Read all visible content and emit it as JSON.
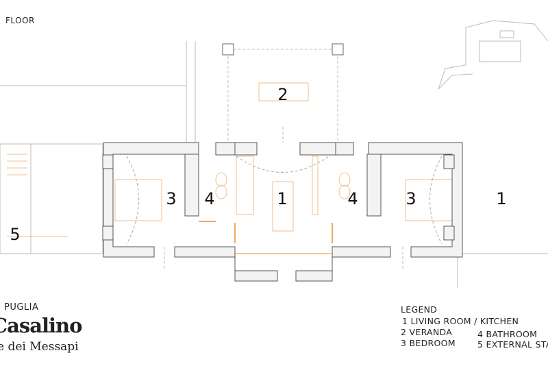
{
  "header": {
    "floor_label": "FLOOR"
  },
  "project": {
    "region": "PUGLIA",
    "title": "Casalino",
    "subtitle": "e dei Messapi"
  },
  "legend": {
    "title": "LEGEND",
    "items": [
      "1 LIVING ROOM / KITCHEN",
      "2 VERANDA",
      "3 BEDROOM",
      "4 BATHROOM",
      "5 EXTERNAL STA"
    ]
  },
  "plan": {
    "room_labels": [
      "2",
      "3",
      "4",
      "1",
      "4",
      "3",
      "1",
      "5"
    ],
    "colors": {
      "wall_fill": "#f3f3f3",
      "wall_stroke": "#555555",
      "furniture": "#f2c9a0",
      "door": "#e88a2e"
    }
  }
}
